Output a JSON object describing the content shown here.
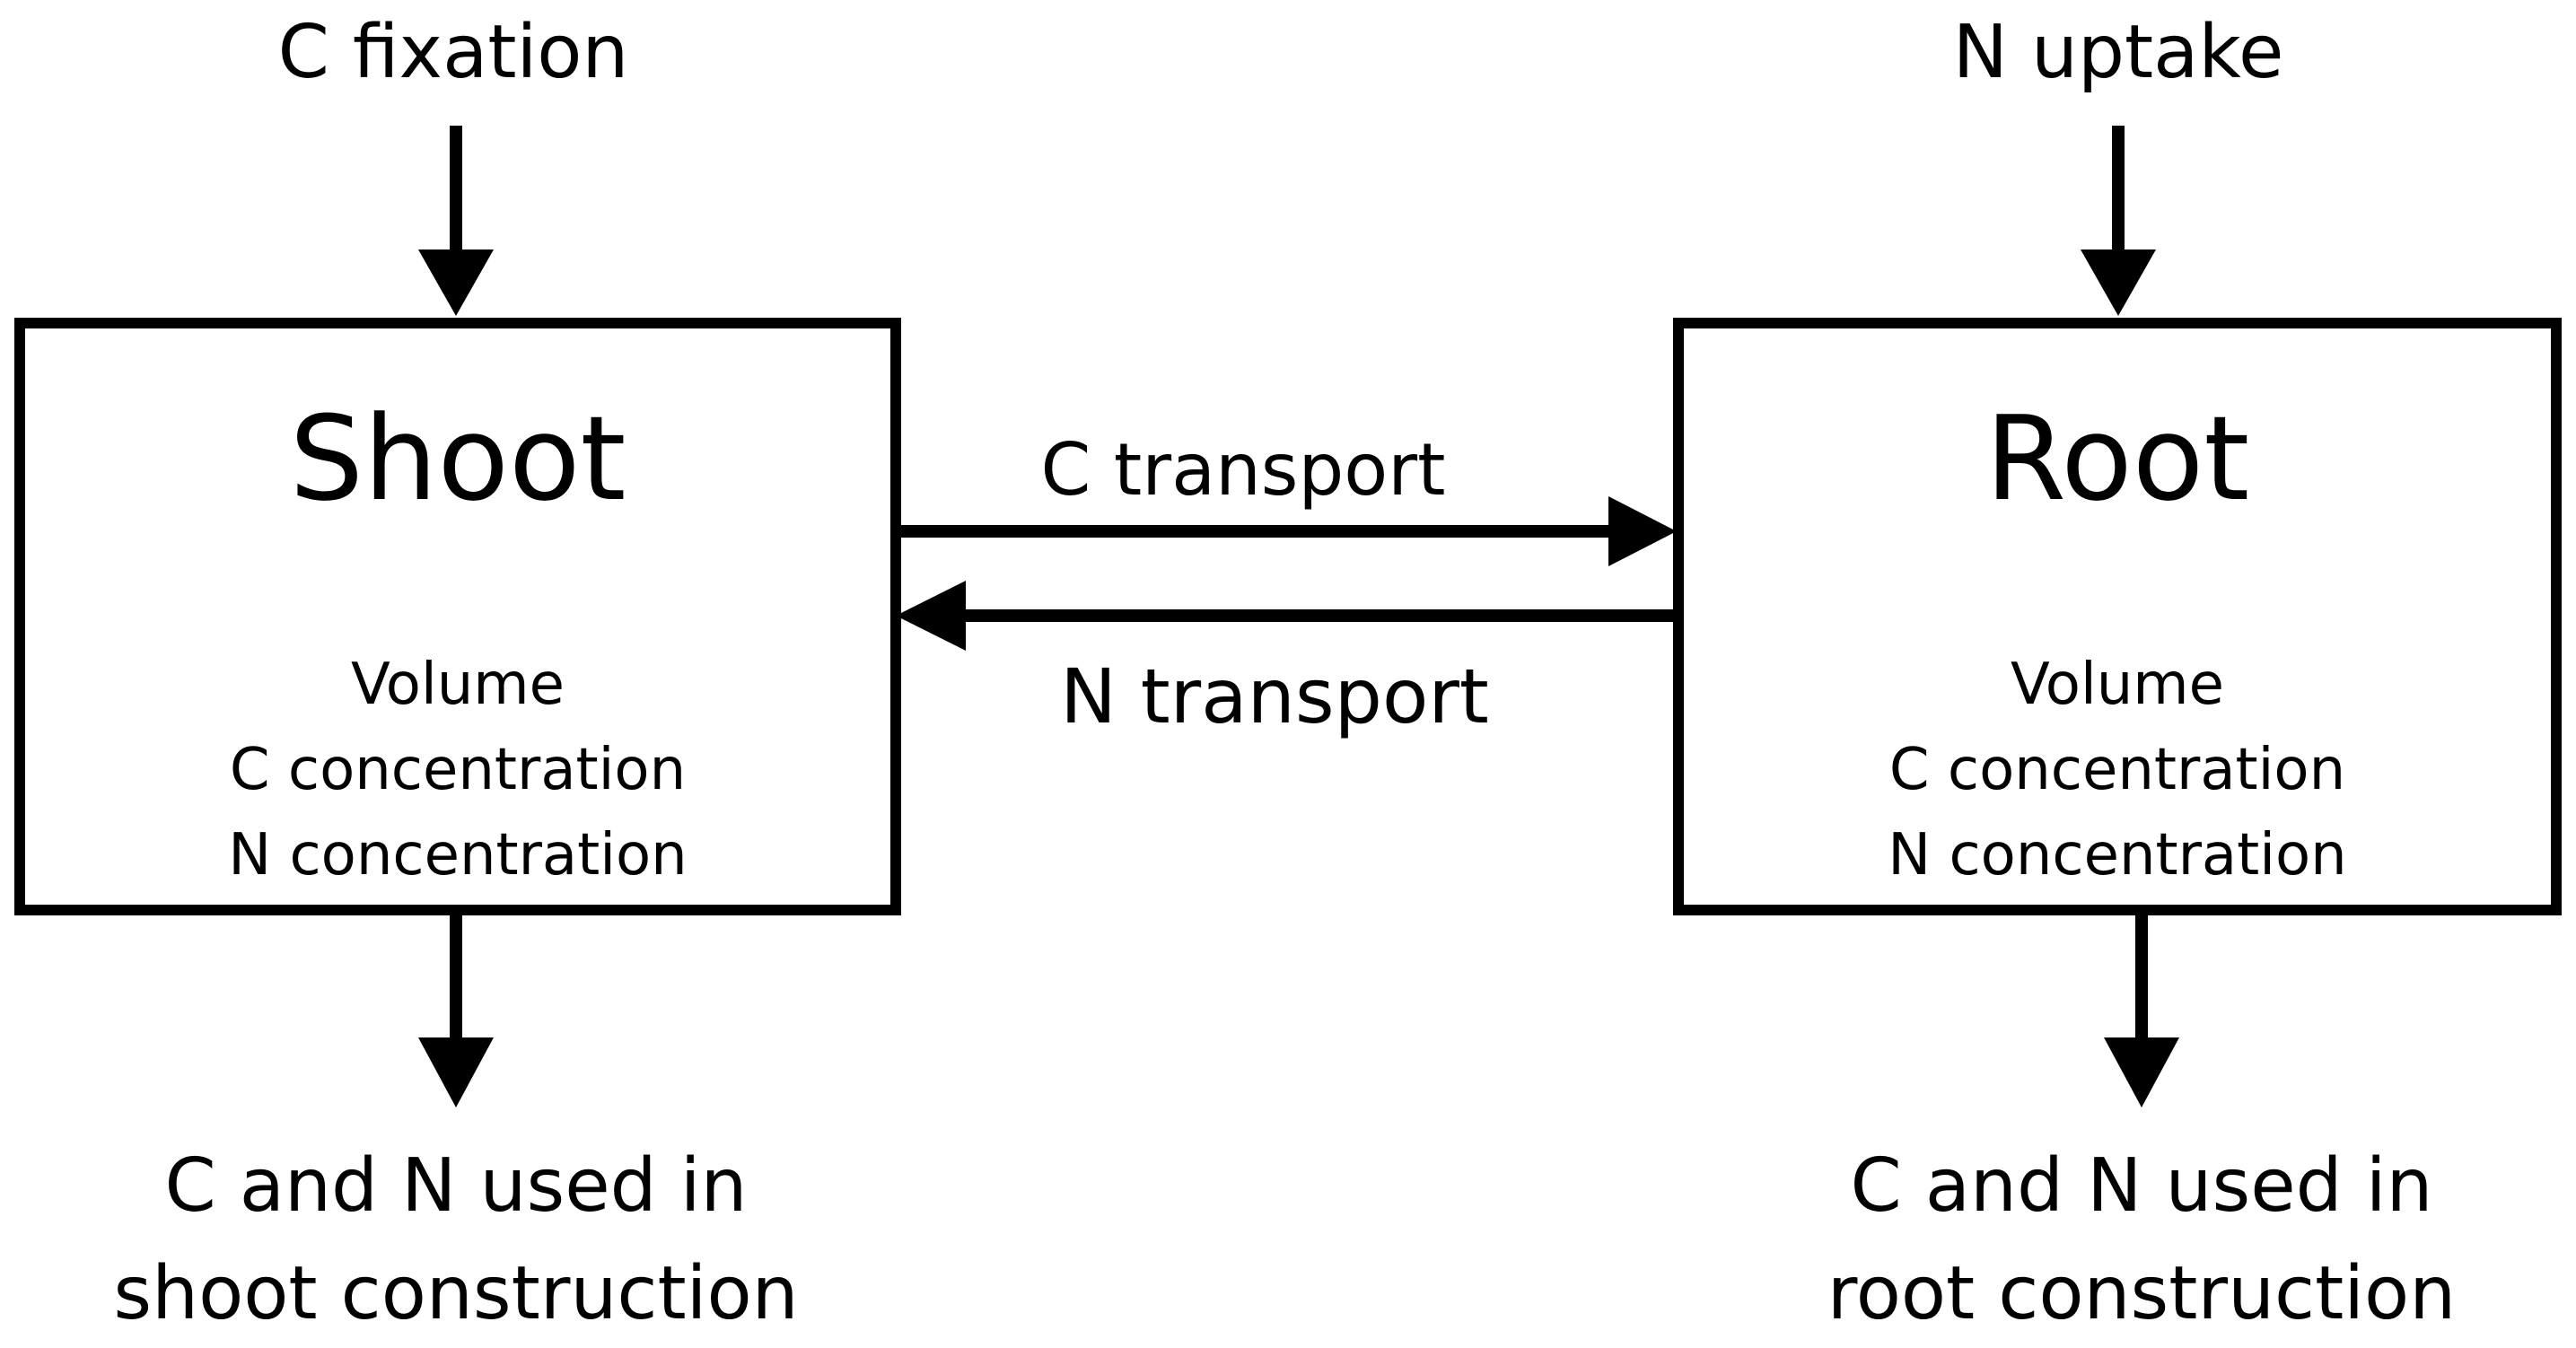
{
  "inputs": {
    "shoot": "C fixation",
    "root": "N uptake"
  },
  "shoot": {
    "title": "Shoot",
    "properties": [
      "Volume",
      "C concentration",
      "N concentration"
    ],
    "output": [
      "C and N used in",
      "shoot construction"
    ]
  },
  "root": {
    "title": "Root",
    "properties": [
      "Volume",
      "C concentration",
      "N concentration"
    ],
    "output": [
      "C and N used in",
      "root construction"
    ]
  },
  "transport": {
    "c_label": "C transport",
    "n_label": "N transport"
  }
}
